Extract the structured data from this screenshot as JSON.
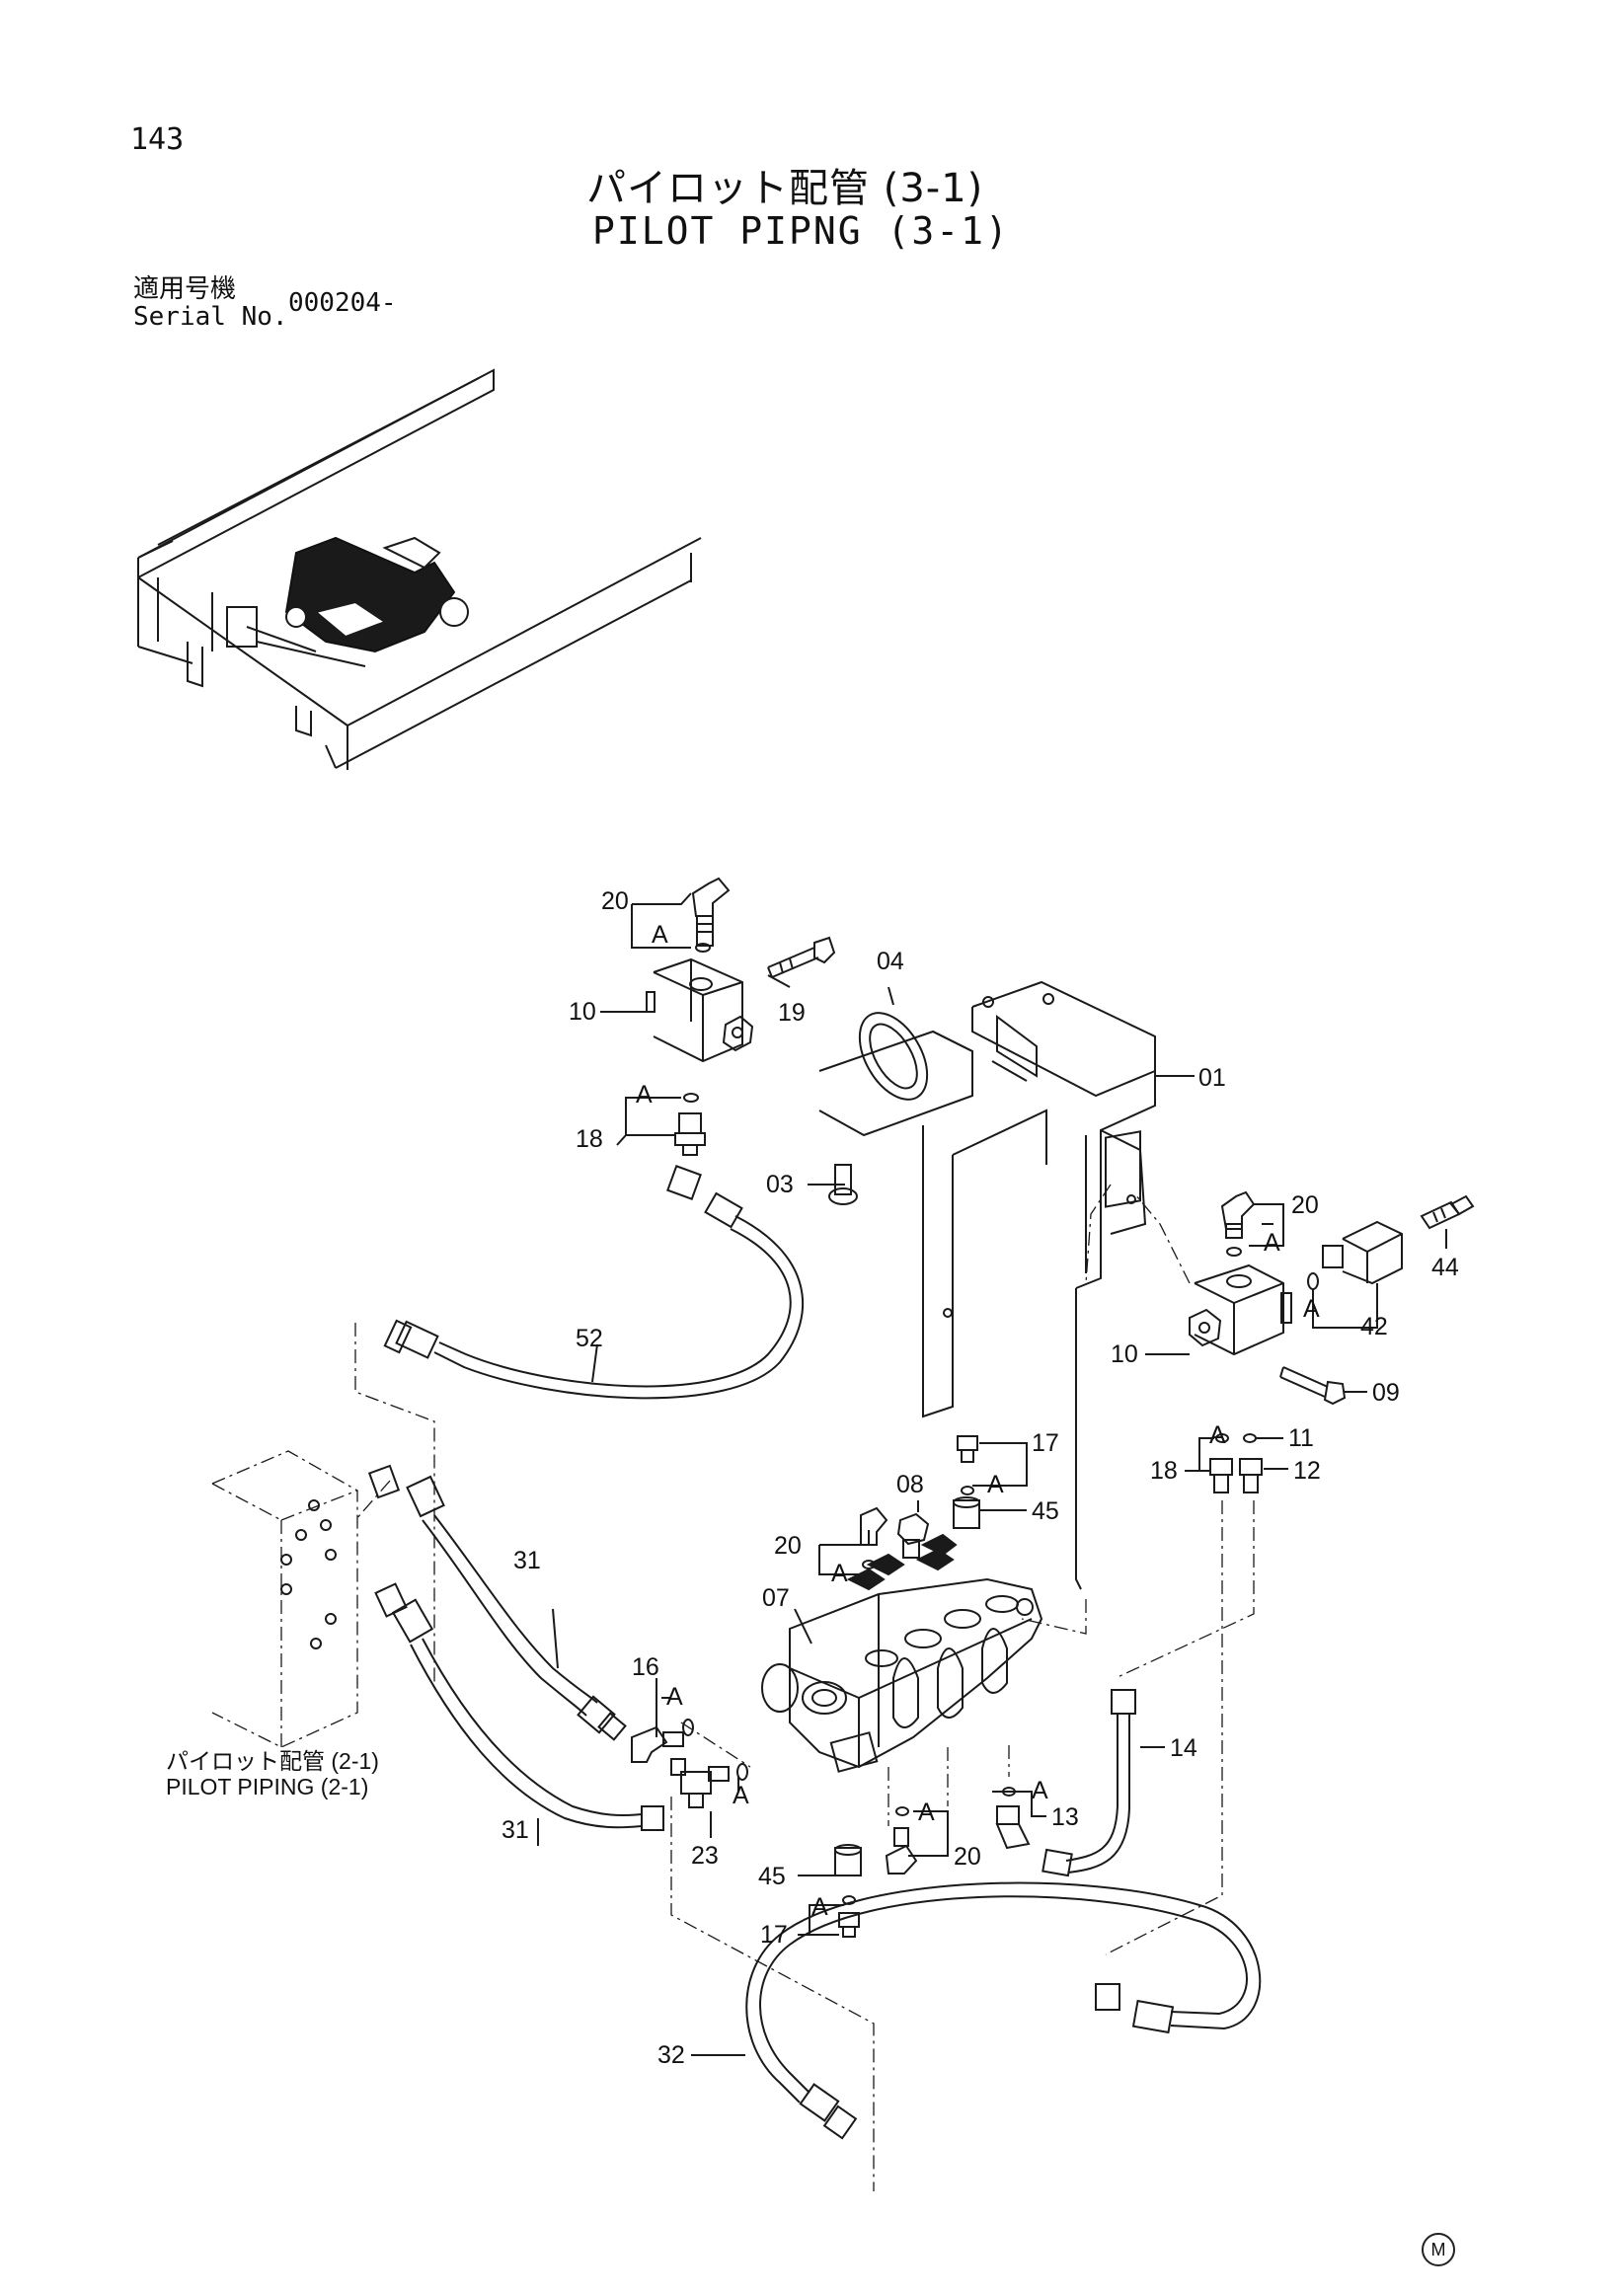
{
  "page_number": "143",
  "title_jp": "パイロット配管 (3-1)",
  "title_en": "PILOT PIPNG (3-1)",
  "serial_label_jp": "適用号機",
  "serial_label_en": "Serial No.",
  "serial_value": "000204-",
  "xref_jp": "パイロット配管 (2-1)",
  "xref_en": "PILOT PIPING (2-1)",
  "corner_mark": "M",
  "detail_label": "A",
  "part_labels": {
    "p01": "01",
    "p03": "03",
    "p04": "04",
    "p07": "07",
    "p08": "08",
    "p09": "09",
    "p10a": "10",
    "p10b": "10",
    "p11": "11",
    "p12": "12",
    "p13": "13",
    "p14": "14",
    "p16": "16",
    "p17a": "17",
    "p17b": "17",
    "p18a": "18",
    "p18b": "18",
    "p19": "19",
    "p20a": "20",
    "p20b": "20",
    "p20c": "20",
    "p20d": "20",
    "p23": "23",
    "p31a": "31",
    "p31b": "31",
    "p32": "32",
    "p42": "42",
    "p44": "44",
    "p45a": "45",
    "p45b": "45",
    "p52": "52"
  }
}
